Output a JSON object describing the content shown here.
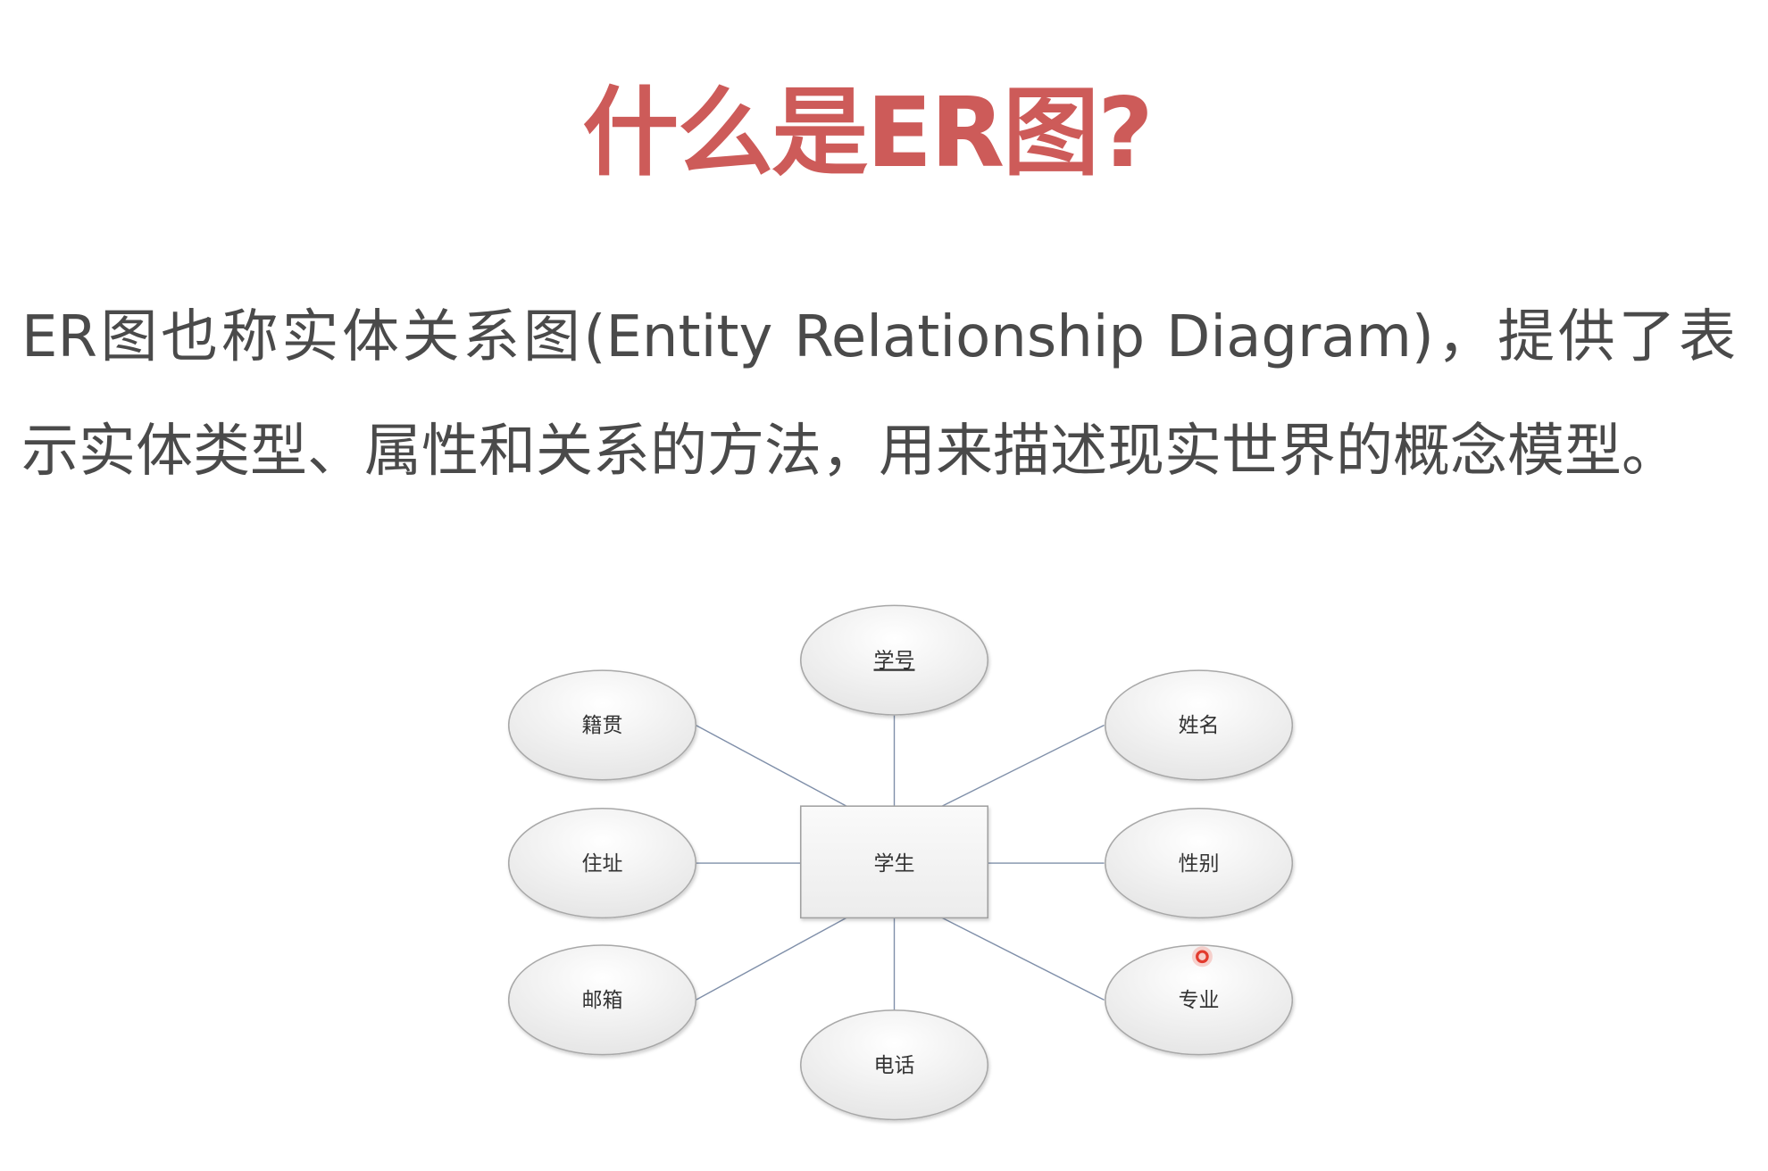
{
  "title": "什么是ER图?",
  "paragraph": "ER图也称实体关系图(Entity Relationship Diagram)，提供了表示实体类型、属性和关系的方法，用来描述现实世界的概念模型。",
  "diagram": {
    "entity": "学生",
    "attributes": {
      "top": "学号",
      "top_left": "籍贯",
      "top_right": "姓名",
      "left": "住址",
      "right": "性别",
      "bottom_left": "邮箱",
      "bottom_right": "专业",
      "bottom": "电话"
    },
    "key_attribute": "学号"
  },
  "colors": {
    "title": "#cd5b59",
    "text": "#4a4a4a",
    "line": "#7f8fa9",
    "cursor": "#e23b2e"
  }
}
